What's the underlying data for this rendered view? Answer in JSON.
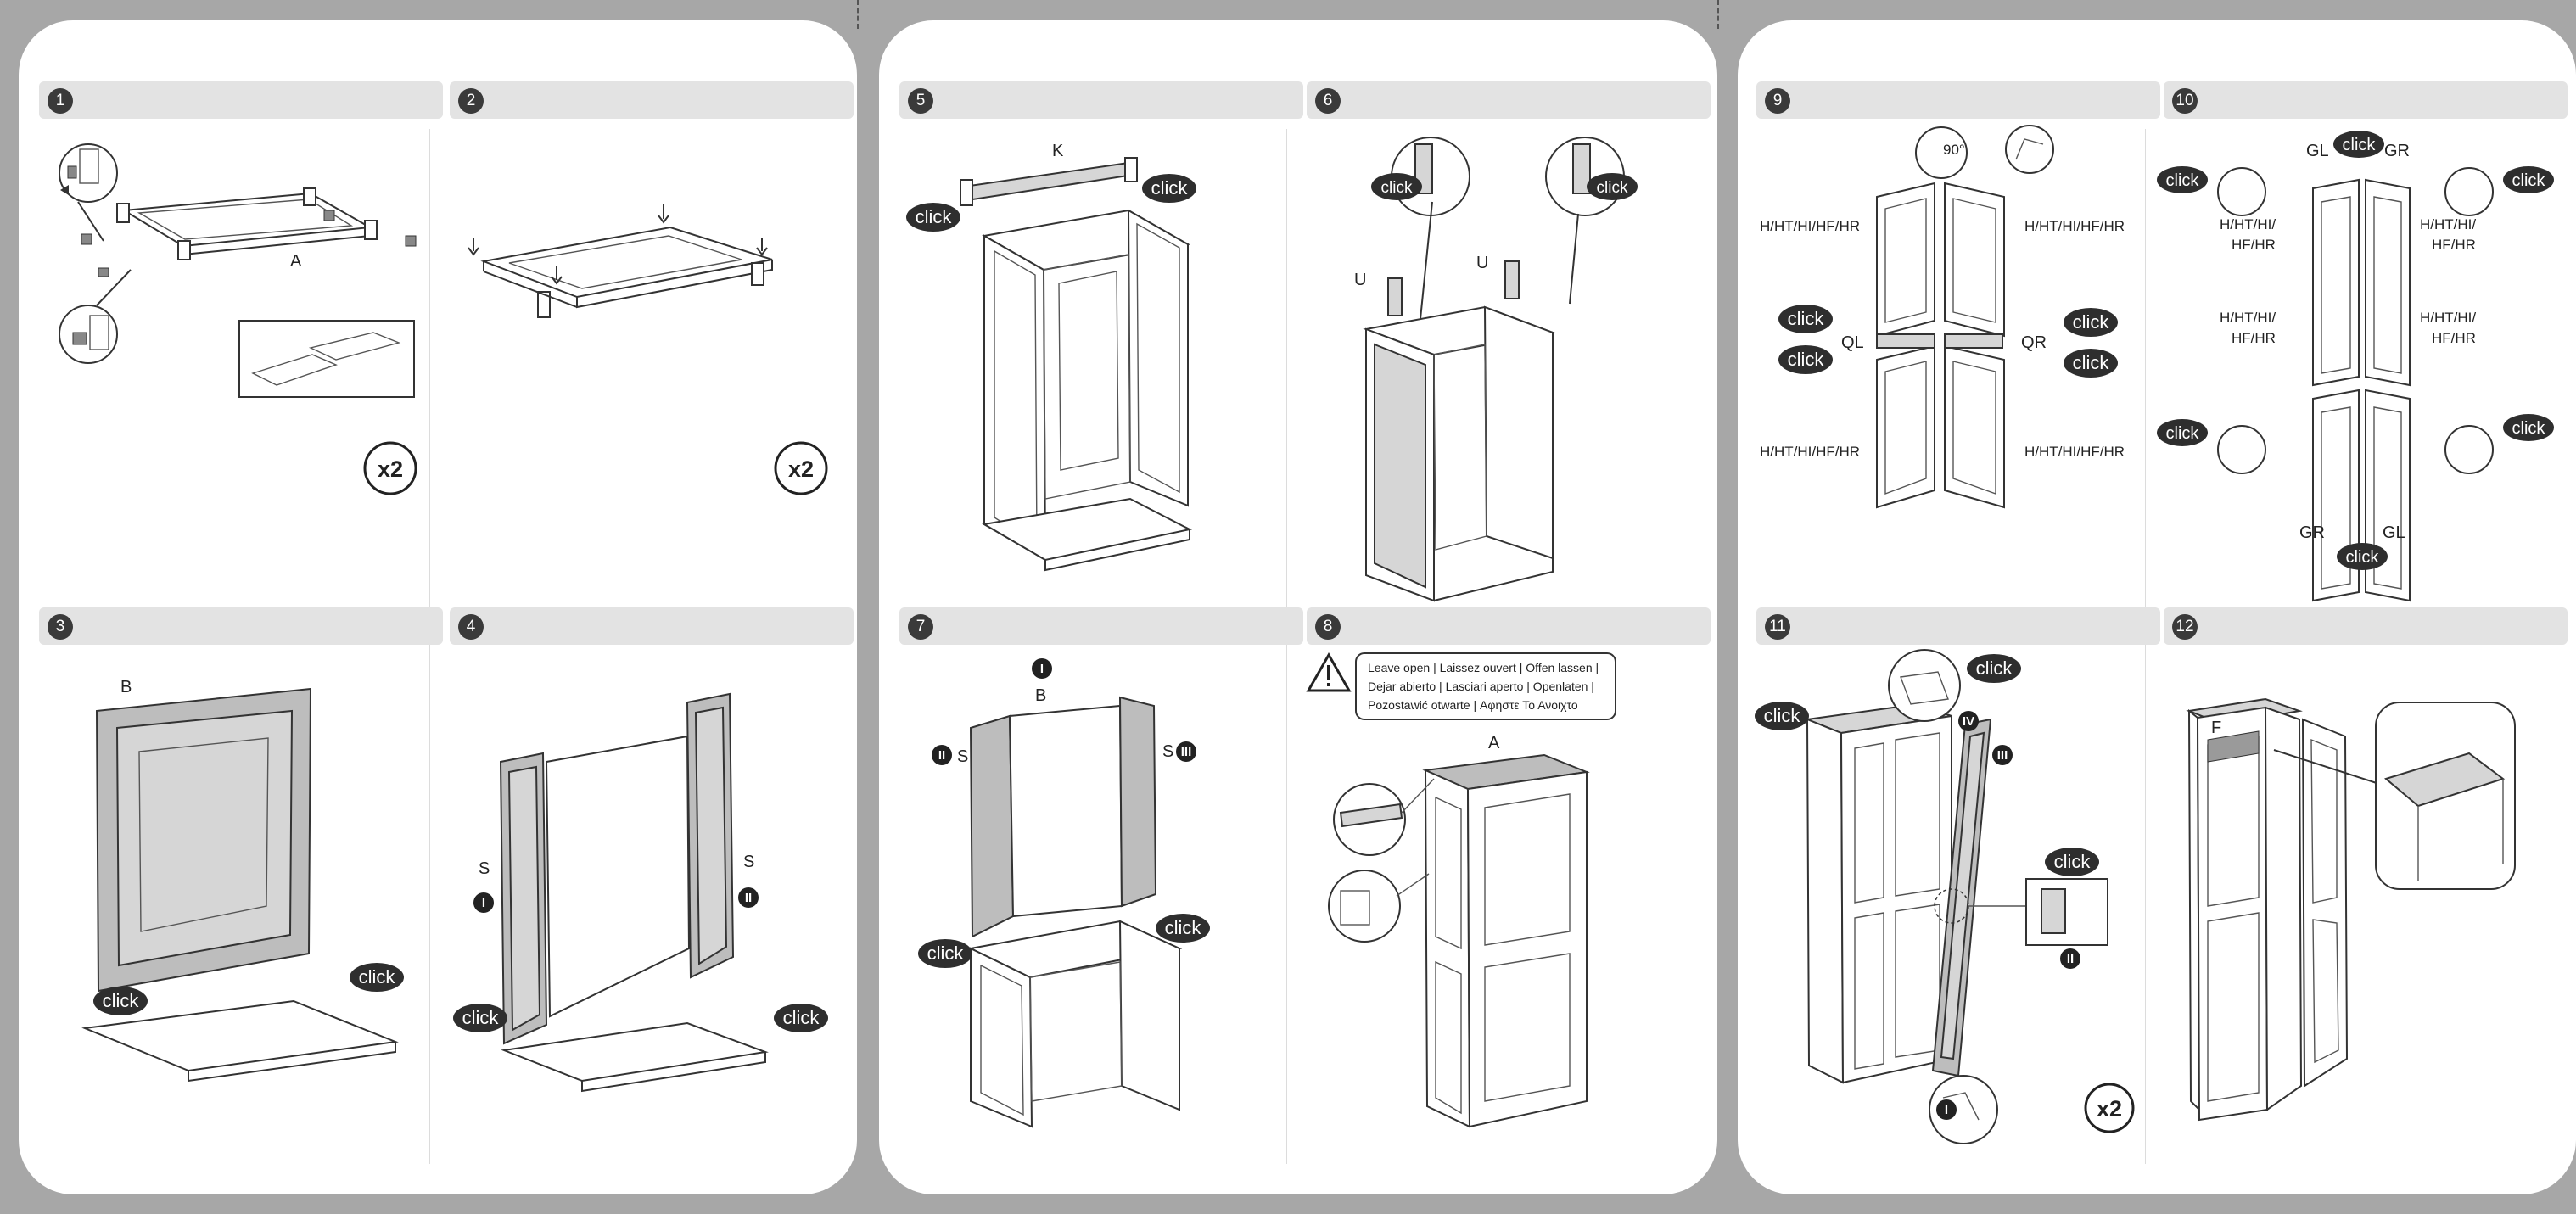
{
  "steps": [
    {
      "num": "1",
      "labels": [
        "A"
      ],
      "clicks": [],
      "multiplier": "x2"
    },
    {
      "num": "2",
      "labels": [],
      "clicks": [],
      "multiplier": "x2"
    },
    {
      "num": "3",
      "labels": [
        "B"
      ],
      "clicks": [
        "click",
        "click"
      ]
    },
    {
      "num": "4",
      "labels": [
        "S",
        "I",
        "S",
        "II"
      ],
      "clicks": [
        "click",
        "click"
      ]
    },
    {
      "num": "5",
      "labels": [
        "K"
      ],
      "clicks": [
        "click",
        "click"
      ]
    },
    {
      "num": "6",
      "labels": [
        "U",
        "U"
      ],
      "clicks": [
        "click",
        "click"
      ]
    },
    {
      "num": "7",
      "labels": [
        "I",
        "B",
        "II",
        "S",
        "S",
        "III"
      ],
      "clicks": [
        "click",
        "click"
      ]
    },
    {
      "num": "8",
      "labels": [
        "A"
      ],
      "warning": [
        "Leave open | Laissez ouvert | Offen lassen |",
        "Dejar abierto | Lasciari aperto | Openlaten |",
        "Pozostawić otwarte | Αφηστε Το Ανοιχτο"
      ]
    },
    {
      "num": "9",
      "labels": [
        "H/HT/HI/HF/HR",
        "H/HT/HI/HF/HR",
        "QL",
        "QR",
        "H/HT/HI/HF/HR",
        "H/HT/HI/HF/HR",
        "90°"
      ],
      "clicks": [
        "click",
        "click",
        "click",
        "click"
      ]
    },
    {
      "num": "10",
      "labels": [
        "GL",
        "GR",
        "H/HT/HI/",
        "HF/HR",
        "H/HT/HI/",
        "HF/HR",
        "H/HT/HI/",
        "HF/HR",
        "H/HT/HI/",
        "HF/HR",
        "GR",
        "GL"
      ],
      "clicks": [
        "click",
        "click",
        "click",
        "click",
        "click",
        "click"
      ]
    },
    {
      "num": "11",
      "labels": [
        "IV",
        "III",
        "II",
        "I"
      ],
      "clicks": [
        "click",
        "click",
        "click"
      ],
      "multiplier": "x2"
    },
    {
      "num": "12",
      "labels": [
        "F"
      ]
    }
  ]
}
